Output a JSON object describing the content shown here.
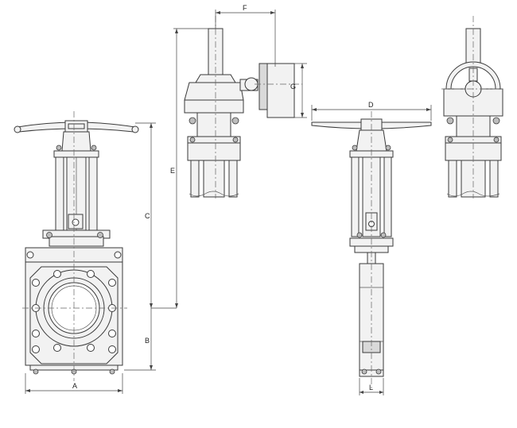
{
  "dimension_labels": {
    "a": "A",
    "b": "B",
    "c": "C",
    "d": "D",
    "e": "E",
    "f": "F",
    "g": "G",
    "l": "L"
  },
  "colors": {
    "line": "#3a3a3a",
    "fill": "#f2f2f2",
    "fill_dark": "#d9d9d9"
  }
}
